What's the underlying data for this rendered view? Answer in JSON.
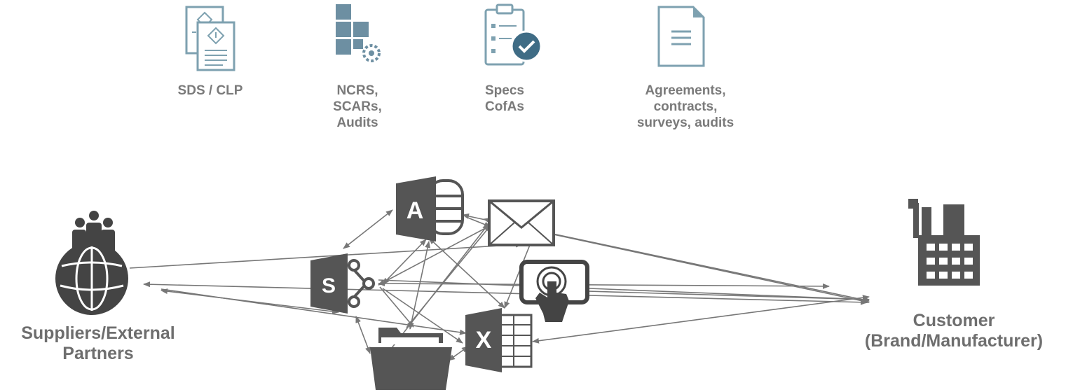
{
  "documents": [
    {
      "icon": "sds-document-icon",
      "label": "SDS / CLP"
    },
    {
      "icon": "ncr-blocks-gear-icon",
      "label": "NCRS,\nSCARs,\nAudits"
    },
    {
      "icon": "clipboard-check-icon",
      "label": "Specs\nCofAs"
    },
    {
      "icon": "document-icon",
      "label": "Agreements,\ncontracts,\nsurveys, audits"
    }
  ],
  "parties": {
    "suppliers": {
      "icon": "people-globe-icon",
      "label": "Suppliers/External\nPartners"
    },
    "customer": {
      "icon": "factory-icon",
      "label": "Customer\n(Brand/Manufacturer)"
    }
  },
  "tools": [
    "access-database-icon",
    "email-envelope-icon",
    "sharepoint-icon",
    "tablet-touch-icon",
    "folder-icon",
    "excel-icon"
  ],
  "colors": {
    "icon_teal": "#7ea1b0",
    "icon_blue": "#3f6c85",
    "icon_gray": "#555555",
    "arrow": "#777777",
    "label": "#7a7a7a"
  }
}
